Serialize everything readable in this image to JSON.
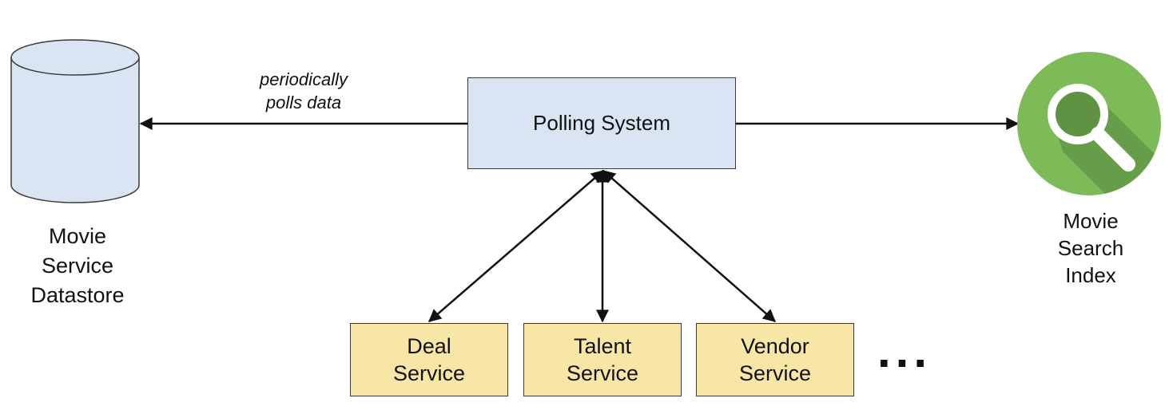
{
  "nodes": {
    "datastore": {
      "label_lines": [
        "Movie",
        "Service",
        "Datastore"
      ]
    },
    "polling_system": {
      "label": "Polling System"
    },
    "search_index": {
      "label_lines": [
        "Movie",
        "Search",
        "Index"
      ],
      "icon": "magnifier-icon"
    },
    "deal_service": {
      "label_lines": [
        "Deal",
        "Service"
      ]
    },
    "talent_service": {
      "label_lines": [
        "Talent",
        "Service"
      ]
    },
    "vendor_service": {
      "label_lines": [
        "Vendor",
        "Service"
      ]
    },
    "more": {
      "label": "..."
    }
  },
  "edges": {
    "poll_label_lines": [
      "periodically",
      "polls data"
    ]
  },
  "colors": {
    "cylinder_fill": "#dae5f3",
    "polling_fill": "#dae5f3",
    "service_fill": "#f8e6a6",
    "icon_circle": "#7dbb59",
    "icon_shadow": "#5f9343",
    "stroke": "#111111"
  }
}
